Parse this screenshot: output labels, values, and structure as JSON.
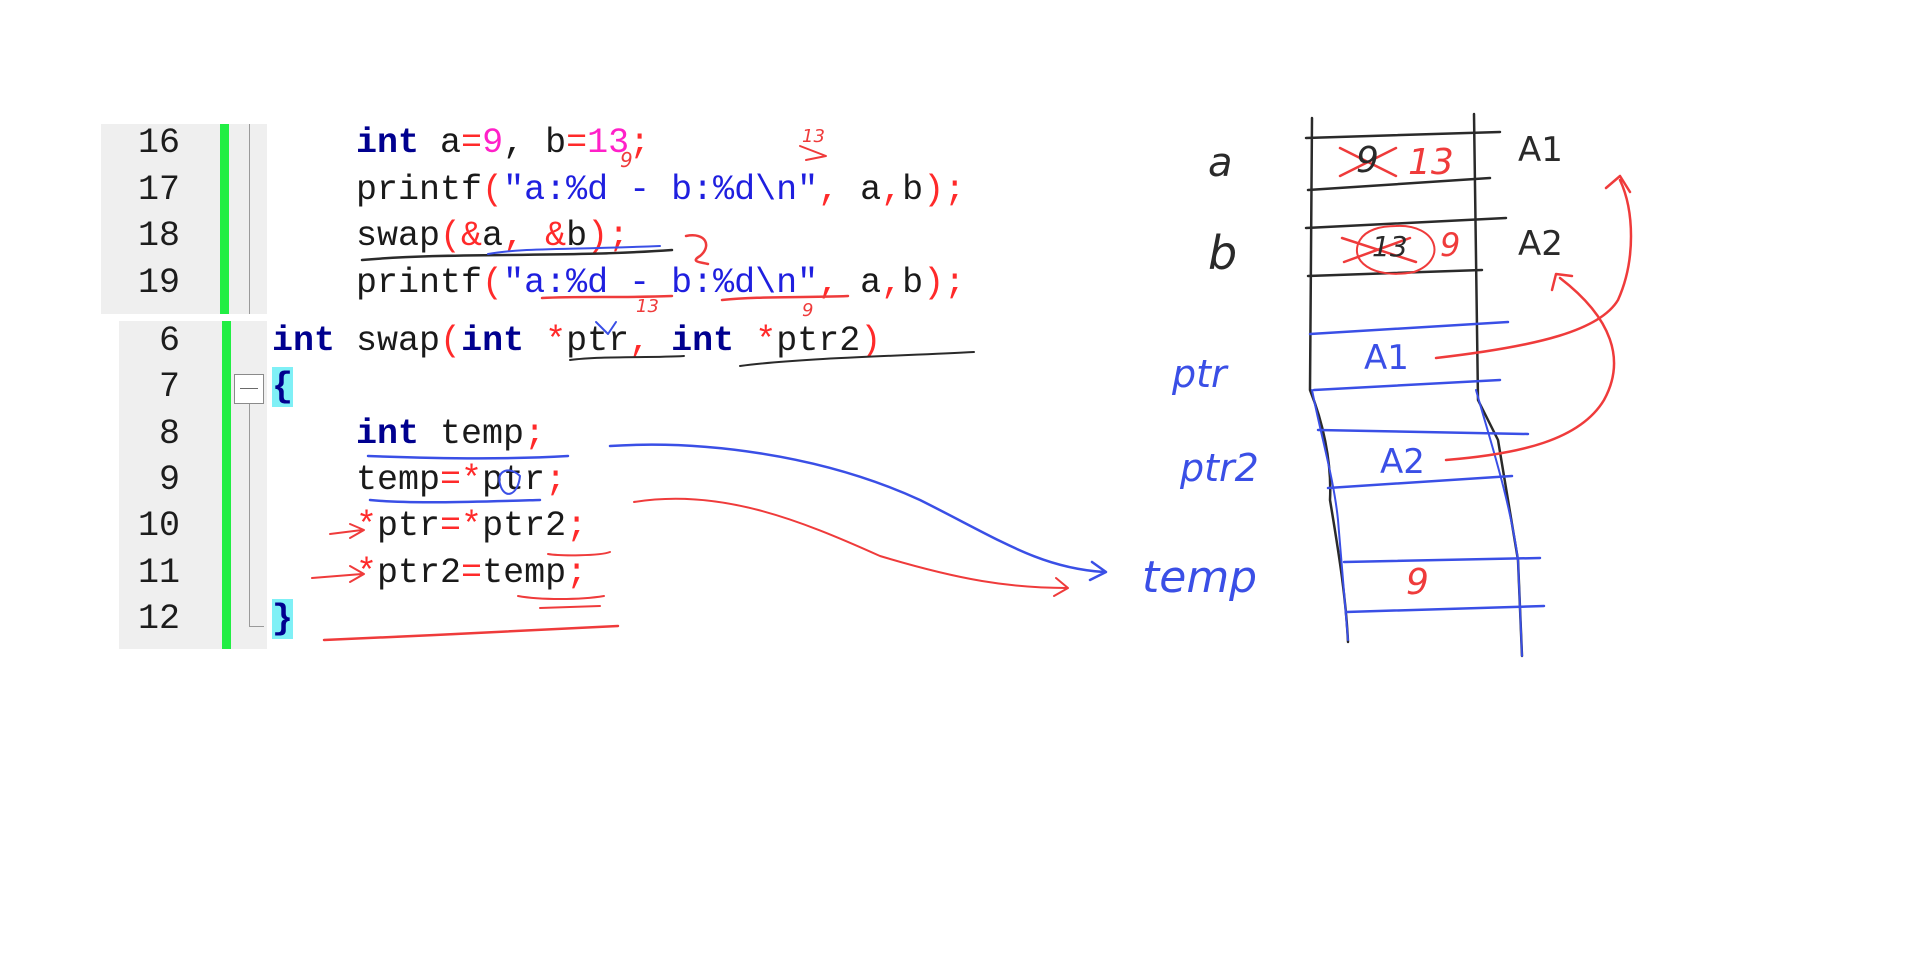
{
  "editor_top": {
    "lines": [
      {
        "num": "16",
        "tokens": [
          {
            "t": "    ",
            "c": "id"
          },
          {
            "t": "int",
            "c": "kw"
          },
          {
            "t": " a",
            "c": "id"
          },
          {
            "t": "=",
            "c": "op"
          },
          {
            "t": "9",
            "c": "num"
          },
          {
            "t": ", b",
            "c": "id"
          },
          {
            "t": "=",
            "c": "op"
          },
          {
            "t": "13",
            "c": "num"
          },
          {
            "t": ";",
            "c": "op"
          }
        ]
      },
      {
        "num": "17",
        "tokens": [
          {
            "t": "    printf",
            "c": "id"
          },
          {
            "t": "(",
            "c": "op"
          },
          {
            "t": "\"a:%d - b:%d\\n\"",
            "c": "str"
          },
          {
            "t": ",",
            "c": "op"
          },
          {
            "t": " a",
            "c": "id"
          },
          {
            "t": ",",
            "c": "op"
          },
          {
            "t": "b",
            "c": "id"
          },
          {
            "t": ");",
            "c": "op"
          }
        ]
      },
      {
        "num": "18",
        "tokens": [
          {
            "t": "    swap",
            "c": "id"
          },
          {
            "t": "(&",
            "c": "op"
          },
          {
            "t": "a",
            "c": "id"
          },
          {
            "t": ",",
            "c": "op"
          },
          {
            "t": " ",
            "c": "id"
          },
          {
            "t": "&",
            "c": "op"
          },
          {
            "t": "b",
            "c": "id"
          },
          {
            "t": ");",
            "c": "op"
          }
        ]
      },
      {
        "num": "19",
        "tokens": [
          {
            "t": "    printf",
            "c": "id"
          },
          {
            "t": "(",
            "c": "op"
          },
          {
            "t": "\"a:%d - b:%d\\n\"",
            "c": "str"
          },
          {
            "t": ",",
            "c": "op"
          },
          {
            "t": " a",
            "c": "id"
          },
          {
            "t": ",",
            "c": "op"
          },
          {
            "t": "b",
            "c": "id"
          },
          {
            "t": ");",
            "c": "op"
          }
        ]
      }
    ]
  },
  "editor_bottom": {
    "lines": [
      {
        "num": "6",
        "tokens": [
          {
            "t": "int",
            "c": "kw"
          },
          {
            "t": " swap",
            "c": "id"
          },
          {
            "t": "(",
            "c": "op"
          },
          {
            "t": "int",
            "c": "kw"
          },
          {
            "t": " ",
            "c": "id"
          },
          {
            "t": "*",
            "c": "op"
          },
          {
            "t": "ptr",
            "c": "id"
          },
          {
            "t": ",",
            "c": "op"
          },
          {
            "t": " ",
            "c": "id"
          },
          {
            "t": "int",
            "c": "kw"
          },
          {
            "t": " ",
            "c": "id"
          },
          {
            "t": "*",
            "c": "op"
          },
          {
            "t": "ptr2",
            "c": "id"
          },
          {
            "t": ")",
            "c": "op"
          }
        ]
      },
      {
        "num": "7",
        "tokens": [
          {
            "t": "{",
            "c": "brace-hl"
          }
        ]
      },
      {
        "num": "8",
        "tokens": [
          {
            "t": "    ",
            "c": "id"
          },
          {
            "t": "int",
            "c": "kw"
          },
          {
            "t": " temp",
            "c": "id"
          },
          {
            "t": ";",
            "c": "op"
          }
        ]
      },
      {
        "num": "9",
        "tokens": [
          {
            "t": "    temp",
            "c": "id"
          },
          {
            "t": "=*",
            "c": "op"
          },
          {
            "t": "ptr",
            "c": "id"
          },
          {
            "t": ";",
            "c": "op"
          }
        ]
      },
      {
        "num": "10",
        "tokens": [
          {
            "t": "    ",
            "c": "id"
          },
          {
            "t": "*",
            "c": "op"
          },
          {
            "t": "ptr",
            "c": "id"
          },
          {
            "t": "=*",
            "c": "op"
          },
          {
            "t": "ptr2",
            "c": "id"
          },
          {
            "t": ";",
            "c": "op"
          }
        ]
      },
      {
        "num": "11",
        "tokens": [
          {
            "t": "    ",
            "c": "id"
          },
          {
            "t": "*",
            "c": "op"
          },
          {
            "t": "ptr2",
            "c": "id"
          },
          {
            "t": "=",
            "c": "op"
          },
          {
            "t": "temp",
            "c": "id"
          },
          {
            "t": ";",
            "c": "op"
          }
        ]
      },
      {
        "num": "12",
        "tokens": [
          {
            "t": "}",
            "c": "brace-hl"
          }
        ]
      }
    ]
  },
  "whiteboard": {
    "variable_labels": {
      "a": "a",
      "b": "b",
      "ptr": "ptr",
      "ptr2": "ptr2",
      "temp": "temp"
    },
    "address_labels": {
      "a": "A1",
      "b": "A2"
    },
    "cell_values": {
      "a_old": "9",
      "a_new": "13",
      "b_old": "13",
      "b_new": "9",
      "ptr": "A1",
      "ptr2": "A2",
      "temp": "9"
    },
    "margin_notes": {
      "line16_a": "9",
      "line16_b": "13",
      "line19_a": "13",
      "line19_b": "9"
    }
  },
  "colors": {
    "keyword": "#00008f",
    "identifier": "#1a1a1a",
    "operator": "#ff2a2a",
    "number": "#ff20c8",
    "string": "#1f1fdf",
    "change_bar": "#22ee44",
    "brace_highlight": "#7ff0f6",
    "ink_blue": "#3a4fe6",
    "ink_red": "#ef3b3b",
    "ink_black": "#2a2a2a"
  }
}
